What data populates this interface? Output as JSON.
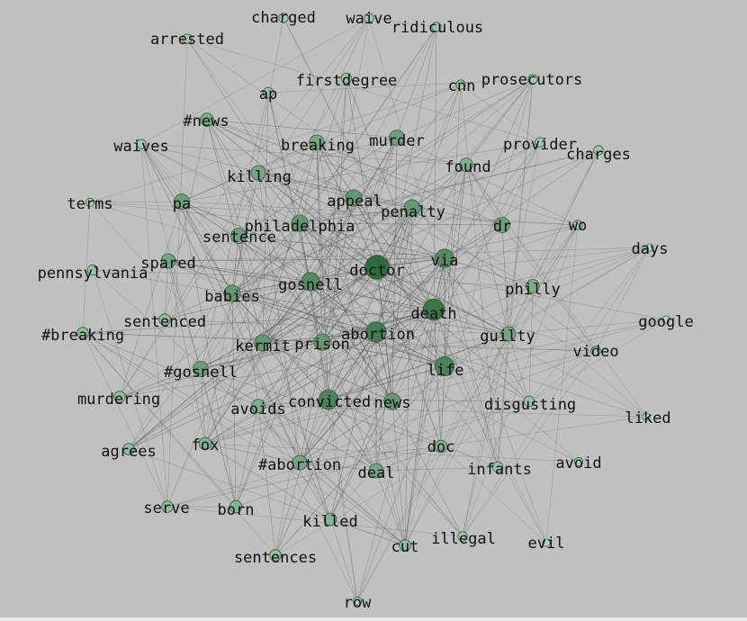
{
  "graph": {
    "edge_color": "#5a5a5a",
    "node_fill_light": "#bfe6d2",
    "node_fill_dark": "#2e6b3c",
    "node_stroke": "#3a5a44",
    "nodes": [
      {
        "id": "charged",
        "label": "charged",
        "weight": 0.2
      },
      {
        "id": "waive",
        "label": "waive",
        "weight": 0.2
      },
      {
        "id": "ridiculous",
        "label": "ridiculous",
        "weight": 0.2
      },
      {
        "id": "arrested",
        "label": "arrested",
        "weight": 0.2
      },
      {
        "id": "firstdegree",
        "label": "firstdegree",
        "weight": 0.25
      },
      {
        "id": "cnn",
        "label": "cnn",
        "weight": 0.2
      },
      {
        "id": "prosecutors",
        "label": "prosecutors",
        "weight": 0.2
      },
      {
        "id": "ap",
        "label": "ap",
        "weight": 0.25
      },
      {
        "id": "news-tag",
        "label": "#news",
        "weight": 0.4
      },
      {
        "id": "breaking",
        "label": "breaking",
        "weight": 0.45
      },
      {
        "id": "murder",
        "label": "murder",
        "weight": 0.5
      },
      {
        "id": "provider",
        "label": "provider",
        "weight": 0.2
      },
      {
        "id": "charges",
        "label": "charges",
        "weight": 0.2
      },
      {
        "id": "waives",
        "label": "waives",
        "weight": 0.2
      },
      {
        "id": "killing",
        "label": "killing",
        "weight": 0.45
      },
      {
        "id": "found",
        "label": "found",
        "weight": 0.4
      },
      {
        "id": "terms",
        "label": "terms",
        "weight": 0.15
      },
      {
        "id": "pa",
        "label": "pa",
        "weight": 0.5
      },
      {
        "id": "appeal",
        "label": "appeal",
        "weight": 0.55
      },
      {
        "id": "penalty",
        "label": "penalty",
        "weight": 0.55
      },
      {
        "id": "dr",
        "label": "dr",
        "weight": 0.5
      },
      {
        "id": "wo",
        "label": "wo",
        "weight": 0.2
      },
      {
        "id": "philadelphia",
        "label": "philadelphia",
        "weight": 0.55
      },
      {
        "id": "sentence",
        "label": "sentence",
        "weight": 0.5
      },
      {
        "id": "days",
        "label": "days",
        "weight": 0.1
      },
      {
        "id": "spared",
        "label": "spared",
        "weight": 0.45
      },
      {
        "id": "via",
        "label": "via",
        "weight": 0.65
      },
      {
        "id": "doctor",
        "label": "doctor",
        "weight": 0.95
      },
      {
        "id": "pennsylvania",
        "label": "pennsylvania",
        "weight": 0.25
      },
      {
        "id": "gosnell",
        "label": "gosnell",
        "weight": 0.65
      },
      {
        "id": "philly",
        "label": "philly",
        "weight": 0.4
      },
      {
        "id": "babies",
        "label": "babies",
        "weight": 0.55
      },
      {
        "id": "death",
        "label": "death",
        "weight": 0.8
      },
      {
        "id": "google",
        "label": "google",
        "weight": 0.1
      },
      {
        "id": "sentenced",
        "label": "sentenced",
        "weight": 0.3
      },
      {
        "id": "abortion",
        "label": "abortion",
        "weight": 0.75
      },
      {
        "id": "breaking-tag",
        "label": "#breaking",
        "weight": 0.3
      },
      {
        "id": "kermit",
        "label": "kermit",
        "weight": 0.55
      },
      {
        "id": "prison",
        "label": "prison",
        "weight": 0.55
      },
      {
        "id": "guilty",
        "label": "guilty",
        "weight": 0.45
      },
      {
        "id": "video",
        "label": "video",
        "weight": 0.2
      },
      {
        "id": "gosnell-tag",
        "label": "#gosnell",
        "weight": 0.5
      },
      {
        "id": "life",
        "label": "life",
        "weight": 0.7
      },
      {
        "id": "murdering",
        "label": "murdering",
        "weight": 0.3
      },
      {
        "id": "convicted",
        "label": "convicted",
        "weight": 0.7
      },
      {
        "id": "news",
        "label": "news",
        "weight": 0.55
      },
      {
        "id": "avoids",
        "label": "avoids",
        "weight": 0.4
      },
      {
        "id": "disgusting",
        "label": "disgusting",
        "weight": 0.25
      },
      {
        "id": "liked",
        "label": "liked",
        "weight": 0.1
      },
      {
        "id": "agrees",
        "label": "agrees",
        "weight": 0.3
      },
      {
        "id": "fox",
        "label": "fox",
        "weight": 0.35
      },
      {
        "id": "doc",
        "label": "doc",
        "weight": 0.35
      },
      {
        "id": "abortion-tag",
        "label": "#abortion",
        "weight": 0.45
      },
      {
        "id": "infants",
        "label": "infants",
        "weight": 0.25
      },
      {
        "id": "avoid",
        "label": "avoid",
        "weight": 0.15
      },
      {
        "id": "deal",
        "label": "deal",
        "weight": 0.45
      },
      {
        "id": "serve",
        "label": "serve",
        "weight": 0.3
      },
      {
        "id": "born",
        "label": "born",
        "weight": 0.35
      },
      {
        "id": "killed",
        "label": "killed",
        "weight": 0.35
      },
      {
        "id": "illegal",
        "label": "illegal",
        "weight": 0.2
      },
      {
        "id": "evil",
        "label": "evil",
        "weight": 0.1
      },
      {
        "id": "cut",
        "label": "cut",
        "weight": 0.3
      },
      {
        "id": "sentences",
        "label": "sentences",
        "weight": 0.3
      },
      {
        "id": "row",
        "label": "row",
        "weight": 0.15
      }
    ]
  }
}
